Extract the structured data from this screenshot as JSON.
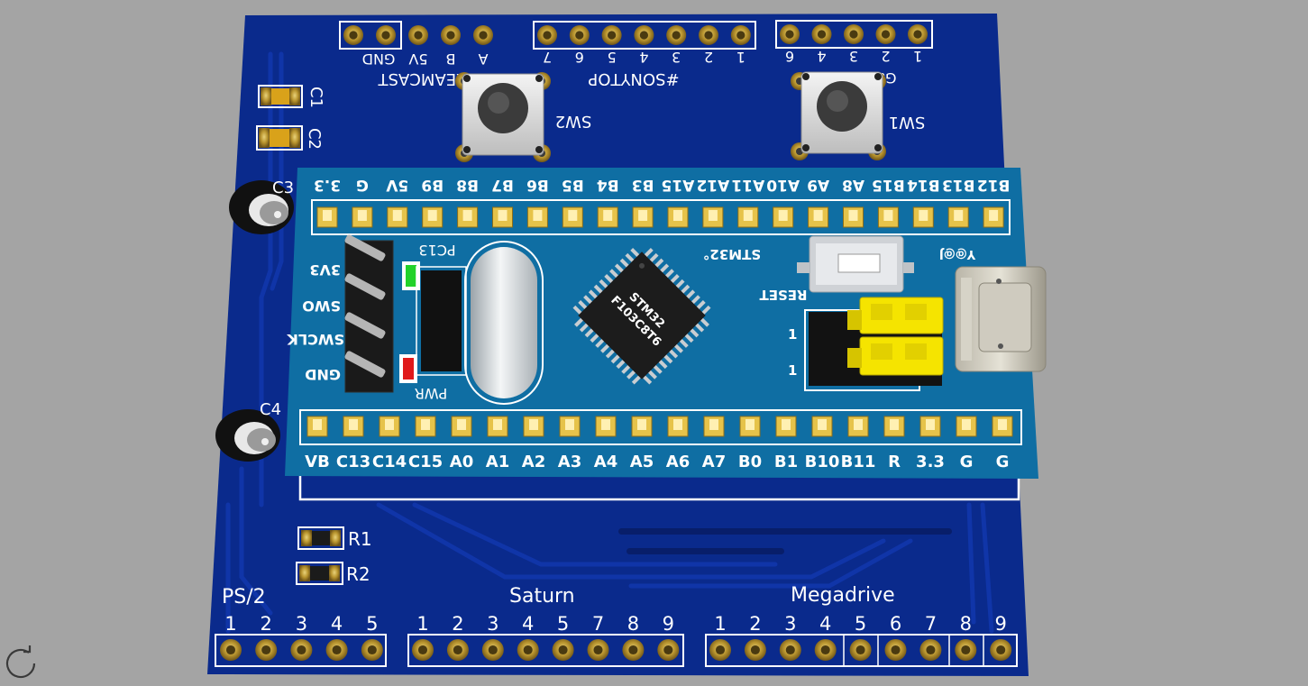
{
  "colors": {
    "background": "#a4a4a4",
    "pcb": "#0a2a8c",
    "module": "#0f6ea3",
    "silkscreen": "#ffffff",
    "gold": "#c8a640",
    "chip": "#1a1a1a",
    "jumper": "#f5e400",
    "led_green": "#22d22a",
    "led_red": "#e0191b"
  },
  "mainboard": {
    "top_headers": {
      "dreamcast": {
        "label": "DREAMCAST",
        "pins": [
          "A",
          "B",
          "5V",
          "GND"
        ]
      },
      "sonytop": {
        "label": "#SONYTOP",
        "pins": [
          "7",
          "6",
          "5",
          "4",
          "3",
          "2",
          "1"
        ]
      },
      "gamecube": {
        "label": "GameCube",
        "pins": [
          "6",
          "4",
          "3",
          "2",
          "1"
        ]
      }
    },
    "switches": [
      "SW2",
      "SW1"
    ],
    "capacitors": [
      "C1",
      "C2",
      "C3",
      "C4"
    ],
    "resistors": [
      "R1",
      "R2"
    ],
    "bottom_headers": [
      {
        "label": "PS/2",
        "pins": [
          "1",
          "2",
          "3",
          "4",
          "5"
        ]
      },
      {
        "label": "Saturn",
        "pins": [
          "1",
          "2",
          "3",
          "4",
          "5",
          "7",
          "8",
          "9"
        ]
      },
      {
        "label": "Megadrive",
        "pins": [
          "1",
          "2",
          "3",
          "4",
          "5",
          "6",
          "7",
          "8",
          "9"
        ]
      }
    ]
  },
  "module": {
    "top_pins": [
      "3.3",
      "G",
      "5V",
      "B9",
      "B8",
      "B7",
      "B6",
      "B5",
      "B4",
      "B3",
      "A15",
      "A12",
      "A11",
      "A10",
      "A9",
      "A8",
      "B15",
      "B14",
      "B13",
      "B12"
    ],
    "bottom_pins": [
      "VB",
      "C13",
      "C14",
      "C15",
      "A0",
      "A1",
      "A2",
      "A3",
      "A4",
      "A5",
      "A6",
      "A7",
      "B0",
      "B1",
      "B10",
      "B11",
      "R",
      "3.3",
      "G",
      "G"
    ],
    "chip_line1": "STM32",
    "chip_line2": "F103C8T6",
    "brand": "STM32°",
    "reset_label": "RESET",
    "pc13_label": "PC13",
    "pwr_label": "PWR",
    "swd_labels": [
      "3V3",
      "SWO",
      "SWCLK",
      "GND"
    ],
    "jumper_labels": [
      "1",
      "1"
    ],
    "usb_label": "Y@@J"
  },
  "viewer": {
    "reset_view_icon": "rotate-view-icon"
  }
}
